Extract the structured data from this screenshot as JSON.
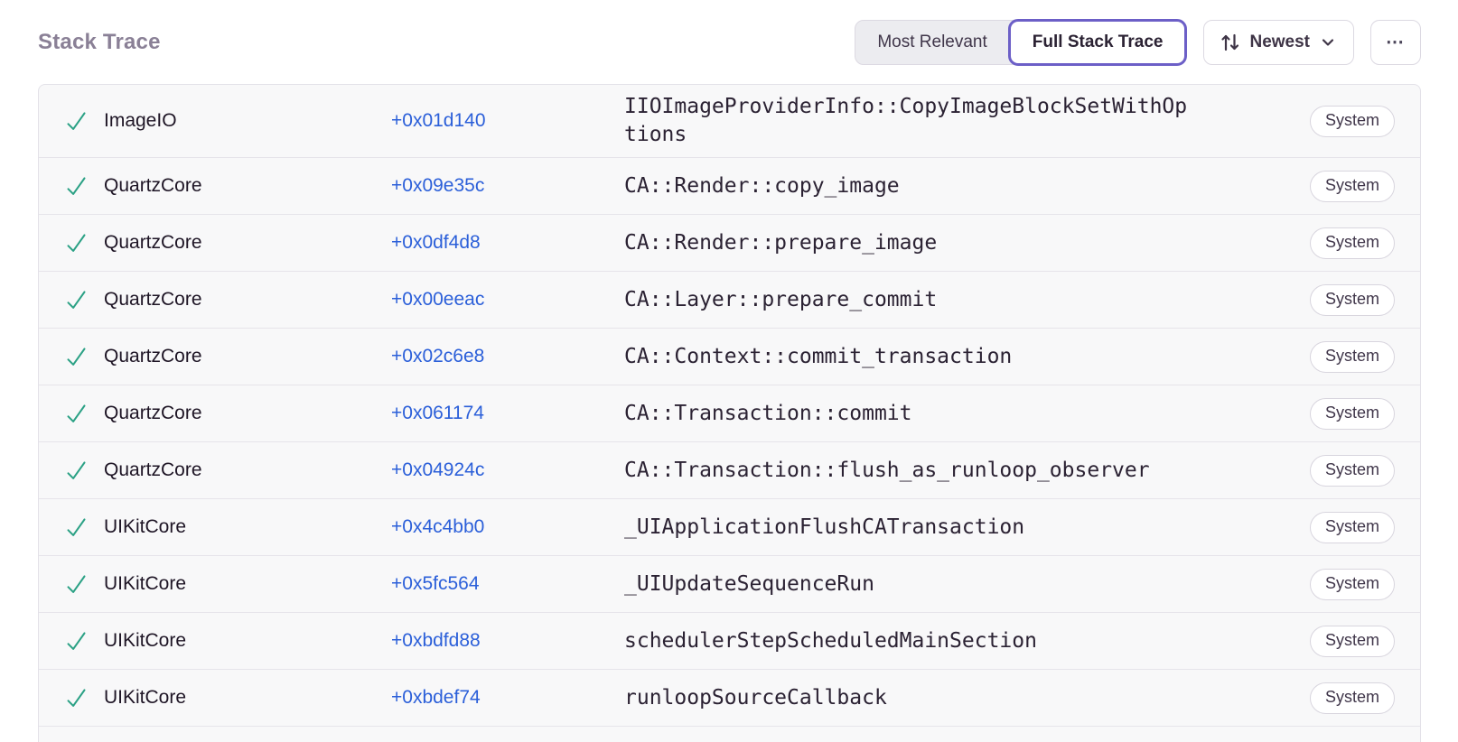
{
  "title": "Stack Trace",
  "toolbar": {
    "segmented_options": [
      "Most Relevant",
      "Full Stack Trace"
    ],
    "active_option": "Full Stack Trace",
    "sort_label": "Newest",
    "more_label": "⋯"
  },
  "colors": {
    "accent_purple": "#6c5fc7",
    "link_blue": "#2b5fd9",
    "check_green": "#2ba185",
    "title_gray": "#8a8096",
    "row_background": "#f8f8f9"
  },
  "frames": [
    {
      "module": "ImageIO",
      "address": "+0x01d140",
      "function": "IIOImageProviderInfo::CopyImageBlockSetWithOptions",
      "badge": "System"
    },
    {
      "module": "QuartzCore",
      "address": "+0x09e35c",
      "function": "CA::Render::copy_image",
      "badge": "System"
    },
    {
      "module": "QuartzCore",
      "address": "+0x0df4d8",
      "function": "CA::Render::prepare_image",
      "badge": "System"
    },
    {
      "module": "QuartzCore",
      "address": "+0x00eeac",
      "function": "CA::Layer::prepare_commit",
      "badge": "System"
    },
    {
      "module": "QuartzCore",
      "address": "+0x02c6e8",
      "function": "CA::Context::commit_transaction",
      "badge": "System"
    },
    {
      "module": "QuartzCore",
      "address": "+0x061174",
      "function": "CA::Transaction::commit",
      "badge": "System"
    },
    {
      "module": "QuartzCore",
      "address": "+0x04924c",
      "function": "CA::Transaction::flush_as_runloop_observer",
      "badge": "System"
    },
    {
      "module": "UIKitCore",
      "address": "+0x4c4bb0",
      "function": "_UIApplicationFlushCATransaction",
      "badge": "System"
    },
    {
      "module": "UIKitCore",
      "address": "+0x5fc564",
      "function": "_UIUpdateSequenceRun",
      "badge": "System"
    },
    {
      "module": "UIKitCore",
      "address": "+0xbdfd88",
      "function": "schedulerStepScheduledMainSection",
      "badge": "System"
    },
    {
      "module": "UIKitCore",
      "address": "+0xbdef74",
      "function": "runloopSourceCallback",
      "badge": "System"
    }
  ]
}
